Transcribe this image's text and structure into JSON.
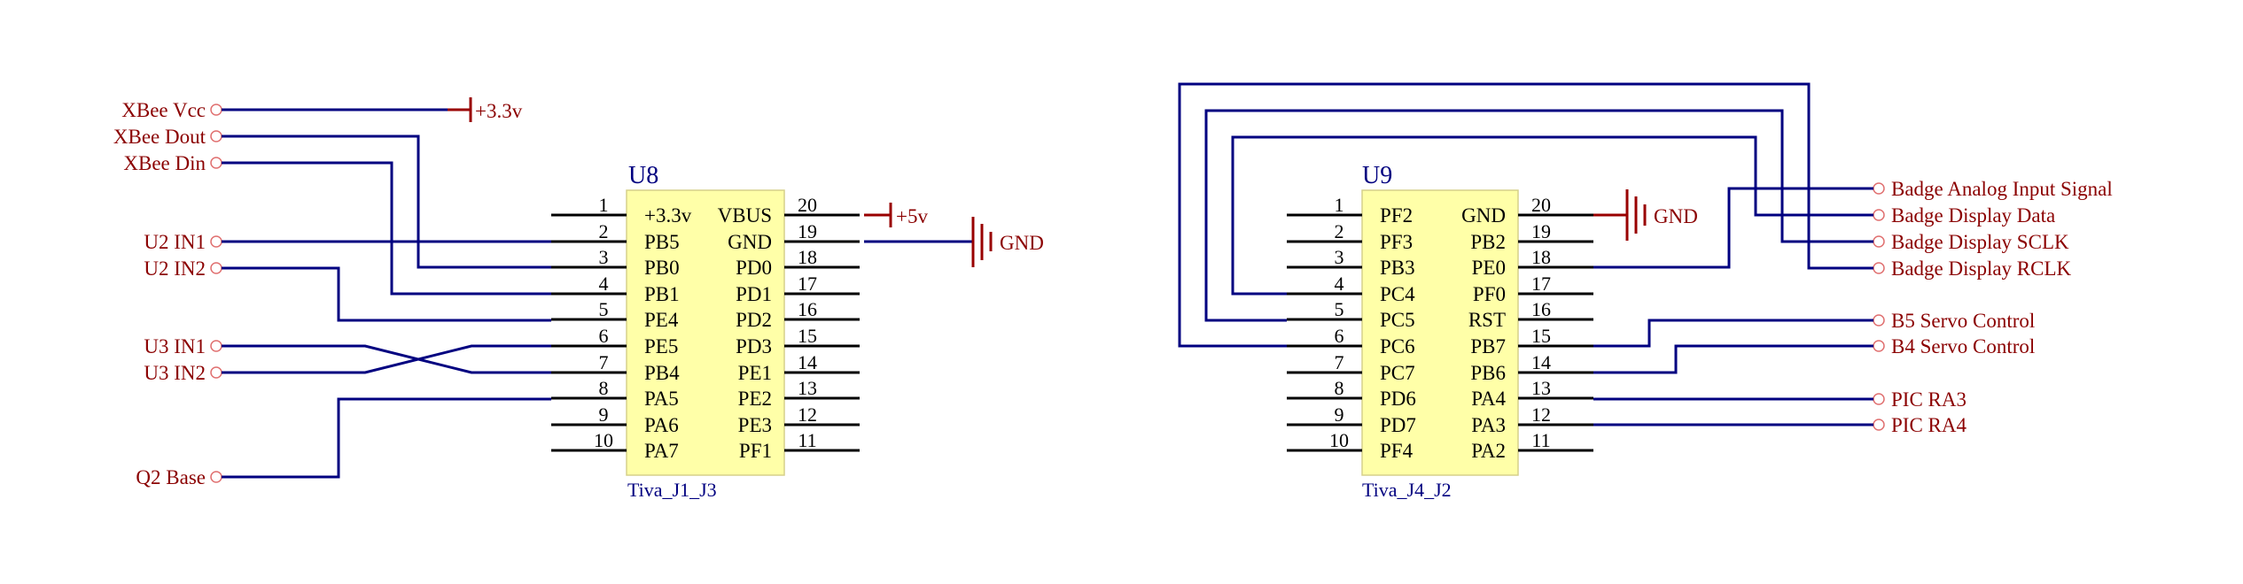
{
  "u8": {
    "ref": "U8",
    "comment": "Tiva_J1_J3",
    "left_pins": [
      {
        "num": "1",
        "name": "+3.3v"
      },
      {
        "num": "2",
        "name": "PB5"
      },
      {
        "num": "3",
        "name": "PB0"
      },
      {
        "num": "4",
        "name": "PB1"
      },
      {
        "num": "5",
        "name": "PE4"
      },
      {
        "num": "6",
        "name": "PE5"
      },
      {
        "num": "7",
        "name": "PB4"
      },
      {
        "num": "8",
        "name": "PA5"
      },
      {
        "num": "9",
        "name": "PA6"
      },
      {
        "num": "10",
        "name": "PA7"
      }
    ],
    "right_pins": [
      {
        "num": "20",
        "name": "VBUS"
      },
      {
        "num": "19",
        "name": "GND"
      },
      {
        "num": "18",
        "name": "PD0"
      },
      {
        "num": "17",
        "name": "PD1"
      },
      {
        "num": "16",
        "name": "PD2"
      },
      {
        "num": "15",
        "name": "PD3"
      },
      {
        "num": "14",
        "name": "PE1"
      },
      {
        "num": "13",
        "name": "PE2"
      },
      {
        "num": "12",
        "name": "PE3"
      },
      {
        "num": "11",
        "name": "PF1"
      }
    ]
  },
  "u9": {
    "ref": "U9",
    "comment": "Tiva_J4_J2",
    "left_pins": [
      {
        "num": "1",
        "name": "PF2"
      },
      {
        "num": "2",
        "name": "PF3"
      },
      {
        "num": "3",
        "name": "PB3"
      },
      {
        "num": "4",
        "name": "PC4"
      },
      {
        "num": "5",
        "name": "PC5"
      },
      {
        "num": "6",
        "name": "PC6"
      },
      {
        "num": "7",
        "name": "PC7"
      },
      {
        "num": "8",
        "name": "PD6"
      },
      {
        "num": "9",
        "name": "PD7"
      },
      {
        "num": "10",
        "name": "PF4"
      }
    ],
    "right_pins": [
      {
        "num": "20",
        "name": "GND"
      },
      {
        "num": "19",
        "name": "PB2"
      },
      {
        "num": "18",
        "name": "PE0"
      },
      {
        "num": "17",
        "name": "PF0"
      },
      {
        "num": "16",
        "name": "RST"
      },
      {
        "num": "15",
        "name": "PB7"
      },
      {
        "num": "14",
        "name": "PB6"
      },
      {
        "num": "13",
        "name": "PA4"
      },
      {
        "num": "12",
        "name": "PA3"
      },
      {
        "num": "11",
        "name": "PA2"
      }
    ]
  },
  "ports_left": {
    "xbee_vcc": "XBee Vcc",
    "xbee_dout": "XBee Dout",
    "xbee_din": "XBee Din",
    "u2_in1": "U2 IN1",
    "u2_in2": "U2 IN2",
    "u3_in1": "U3 IN1",
    "u3_in2": "U3 IN2",
    "q2_base": "Q2 Base"
  },
  "ports_right": {
    "badge_analog": "Badge Analog Input Signal",
    "badge_data": "Badge Display Data",
    "badge_sclk": "Badge Display SCLK",
    "badge_rclk": "Badge Display RCLK",
    "b5_servo": "B5 Servo Control",
    "b4_servo": "B4 Servo Control",
    "pic_ra3": "PIC RA3",
    "pic_ra4": "PIC RA4"
  },
  "power": {
    "p33": "+3.3v",
    "p5": "+5v",
    "gnd_u8": "GND",
    "gnd_u9": "GND"
  }
}
